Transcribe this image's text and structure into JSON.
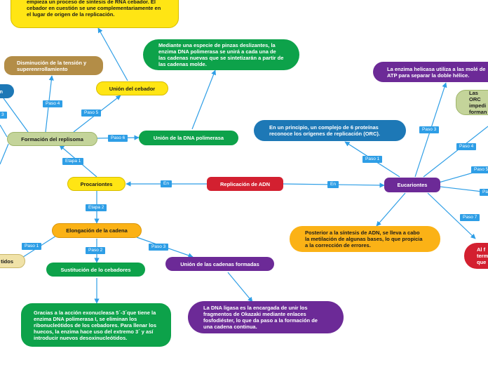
{
  "colors": {
    "red": "#d32030",
    "purple": "#6c2a97",
    "green": "#0da24a",
    "yellow": "#ffe514",
    "orange": "#fbb216",
    "olive": "#c4d49a",
    "brown": "#b38d47",
    "beige": "#f0e2a8",
    "blue": "#1d78b6",
    "label": "#2e9ee6",
    "line": "#2e9ee6"
  },
  "nodes": {
    "replicacion": "Replicación de ADN",
    "procariontes": "Procariontes",
    "eucariontes": "Eucariontes",
    "formacion_replisoma": "Formación del replisoma",
    "union_cebador": "Unión del cebador",
    "union_dna_polimerasa": "Unión de la DNA polimerasa",
    "disminucion_tension": "Disminución de la tensión y superenrrollamiento",
    "elongacion": "Elongación de la cadena",
    "sustitucion_cebadores": "Sustitución de lo cebadores",
    "union_cadenas": "Unión de las cadenas formadas",
    "left_fragment_top": "n",
    "left_fragment_bottom": "tidos",
    "cebador_desc": "empieza un proceso de síntesis de RNA cebador. El cebador en cuestión se une complementariamente en el lugar de origen de la replicación.",
    "pinzas_desc": "Mediante una especie de pinzas deslizantes, la enzima DNA polimerasa se unirá a cada una de las cadenas nuevas que se sintetizarán a partir de las cadenas molde.",
    "exonucleasa_desc": "Gracias a la acción exonucleasa 5´-3´que tiene la enzima DNA polimerasa I, se eliminan los ribonucleótidos de los cebadores. Para llenar los huecos, la enzima hace uso del extremo 3´ y así introducir nuevos desoxinucleótidos.",
    "ligasa_desc": "La DNA ligasa es la encargada de unir los fragmentos de Okazaki mediante enlaces fosfodiéster, lo que da paso a la formación de una cadena continua.",
    "orc_desc": "En un principio, un complejo de 6 proteínas reconoce los orígenes de replicación (ORC).",
    "metilacion_desc": "Posterior a la síntesis de ADN, se lleva a cabo la metilación de algunas bases, lo que propicia a la corrección de errores.",
    "helicasa_desc": "La enzima helicasa utiliza a las molé de ATP para separar la doble hélice.",
    "orc_right_partial": "Las ORC impedi forman",
    "red_right_partial": "Al f term que"
  },
  "labels": {
    "en_left": "En",
    "en_right": "En",
    "etapa1": "Etapa 1",
    "etapa2": "Etapa 2",
    "paso1_pro": "Paso 1",
    "paso2_pro": "Paso 2",
    "paso3_pro": "Paso 3",
    "paso4_pro": "Paso 4",
    "paso5_pro": "Paso 5",
    "paso6_pro": "Paso 6",
    "paso3_left": "3",
    "paso1_euc": "Paso 1",
    "paso3_euc": "Paso 3",
    "paso4_euc": "Paso 4",
    "paso5_euc": "Paso 5",
    "paso6_euc": "Pa",
    "paso7_euc": "Paso 7"
  }
}
